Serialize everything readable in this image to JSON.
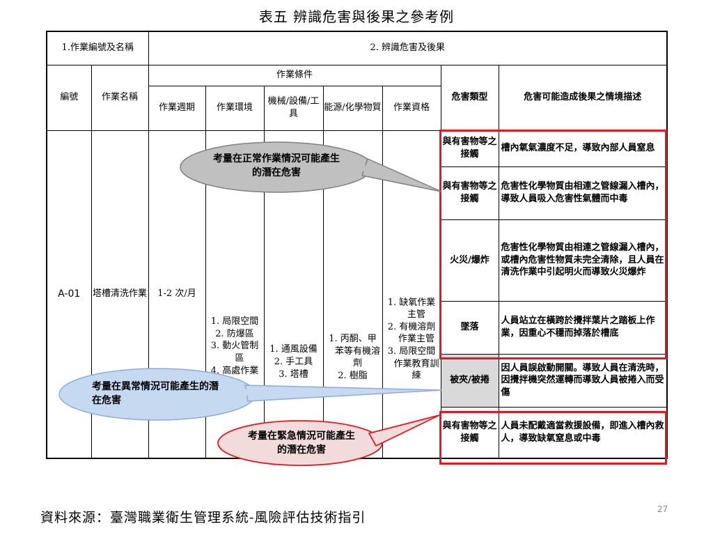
{
  "title": "表五 辨識危害與後果之參考例",
  "headers": {
    "col1": "1.作業編號及名稱",
    "col2": "2. 辨識危害及後果",
    "number": "編號",
    "task_name": "作業名稱",
    "conditions": "作業條件",
    "cycle": "作業週期",
    "environment": "作業環境",
    "machinery": "機械/設備/工具",
    "energy": "能源/化學物質",
    "qualification": "作業資格",
    "hazard_type": "危害類型",
    "consequence": "危害可能造成後果之情境描述"
  },
  "row": {
    "number": "A-01",
    "task_name": "塔槽清洗作業",
    "cycle": "1-2 次/月",
    "environment": [
      "1. 局限空間",
      "2. 防爆區",
      "3. 動火管制區",
      "4. 高處作業"
    ],
    "machinery": [
      "1. 通風設備",
      "2. 手工具",
      "3. 塔槽"
    ],
    "energy": [
      "1. 丙酮、甲苯等有機溶劑",
      "2. 樹脂"
    ],
    "qualification": [
      "1. 缺氧作業主管",
      "2. 有機溶劑作業主管",
      "3. 局限空間作業教育訓練"
    ]
  },
  "hazards": [
    {
      "type": "與有害物等之接觸",
      "consequence": "槽內氧氣濃度不足，導致內部人員窒息"
    },
    {
      "type": "與有害物等之接觸",
      "consequence": "危害性化學物質由相連之管線漏入槽內，導致人員吸入危害性氣體而中毒"
    },
    {
      "type": "火災/爆炸",
      "consequence": "危害性化學物質由相連之管線漏入槽內，或槽內危害性物質未完全清除，且人員在清洗作業中引起明火而導致火災爆炸"
    },
    {
      "type": "墜落",
      "consequence": "人員站立在橫跨於攪拌葉片之踏板上作業，因重心不穩而掉落於槽底"
    },
    {
      "type": "被夾/被捲",
      "consequence": "因人員誤啟動開關。導致人員在清洗時，因攪拌機突然運轉而導致人員被捲入而受傷"
    },
    {
      "type": "與有害物等之接觸",
      "consequence": "人員未配戴適當救援設備，即進入槽內救人，導致缺氧窒息或中毒"
    }
  ],
  "callouts": {
    "normal": "考量在正常作業情況可能產生的潛在危害",
    "abnormal": "考量在異常情況可能產生的潛在危害",
    "emergency": "考量在緊急情況可能產生的潛在危害"
  },
  "colors": {
    "red": "#e8151f",
    "gray_callout": "#c0c0c0",
    "blue_callout": "#c5d9f1",
    "pink_callout": "#f2dcdb"
  },
  "footer": "資料來源：臺灣職業衛生管理系統-風險評估技術指引",
  "page_number": "27"
}
